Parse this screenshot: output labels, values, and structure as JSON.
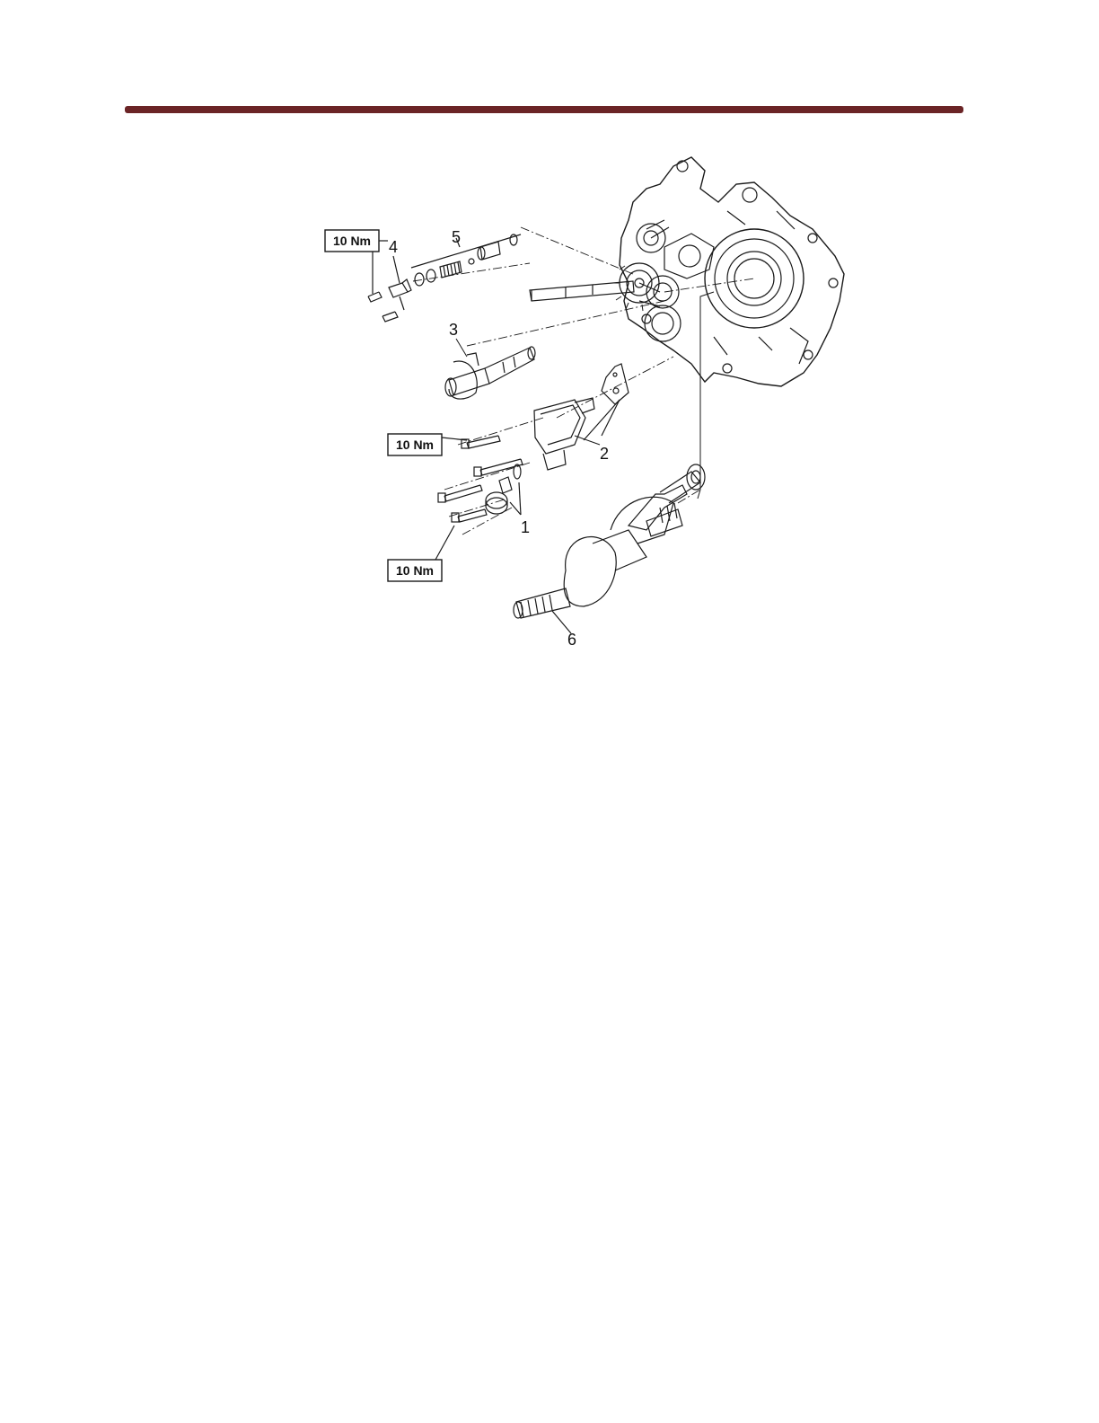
{
  "colors": {
    "rule": "#6b2426",
    "ink": "#1a1a1a"
  },
  "diagram": {
    "torque_labels": [
      "10 Nm",
      "10 Nm",
      "10 Nm"
    ],
    "callouts": [
      "1",
      "2",
      "3",
      "4",
      "5",
      "6"
    ]
  }
}
